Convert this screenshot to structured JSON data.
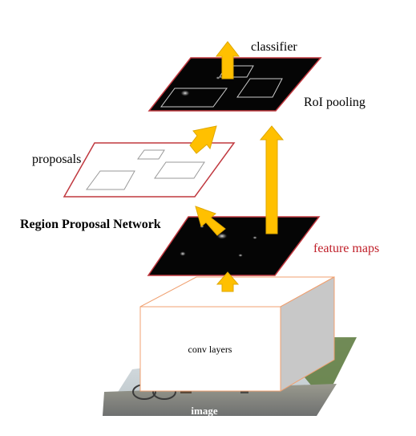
{
  "labels": {
    "classifier": "classifier",
    "roi_pooling": "RoI pooling",
    "proposals": "proposals",
    "rpn": "Region Proposal Network",
    "feature_maps": "feature maps",
    "conv_layers": "conv layers",
    "image": "image"
  },
  "colors": {
    "arrow_fill": "#ffc000",
    "arrow_stroke": "#e0a800",
    "plane_border": "#c0383f",
    "feature_maps_text": "#c0202a",
    "box_border": "#f0a070",
    "box_side": "#c8c8c8",
    "feature_plane": "#050505"
  }
}
